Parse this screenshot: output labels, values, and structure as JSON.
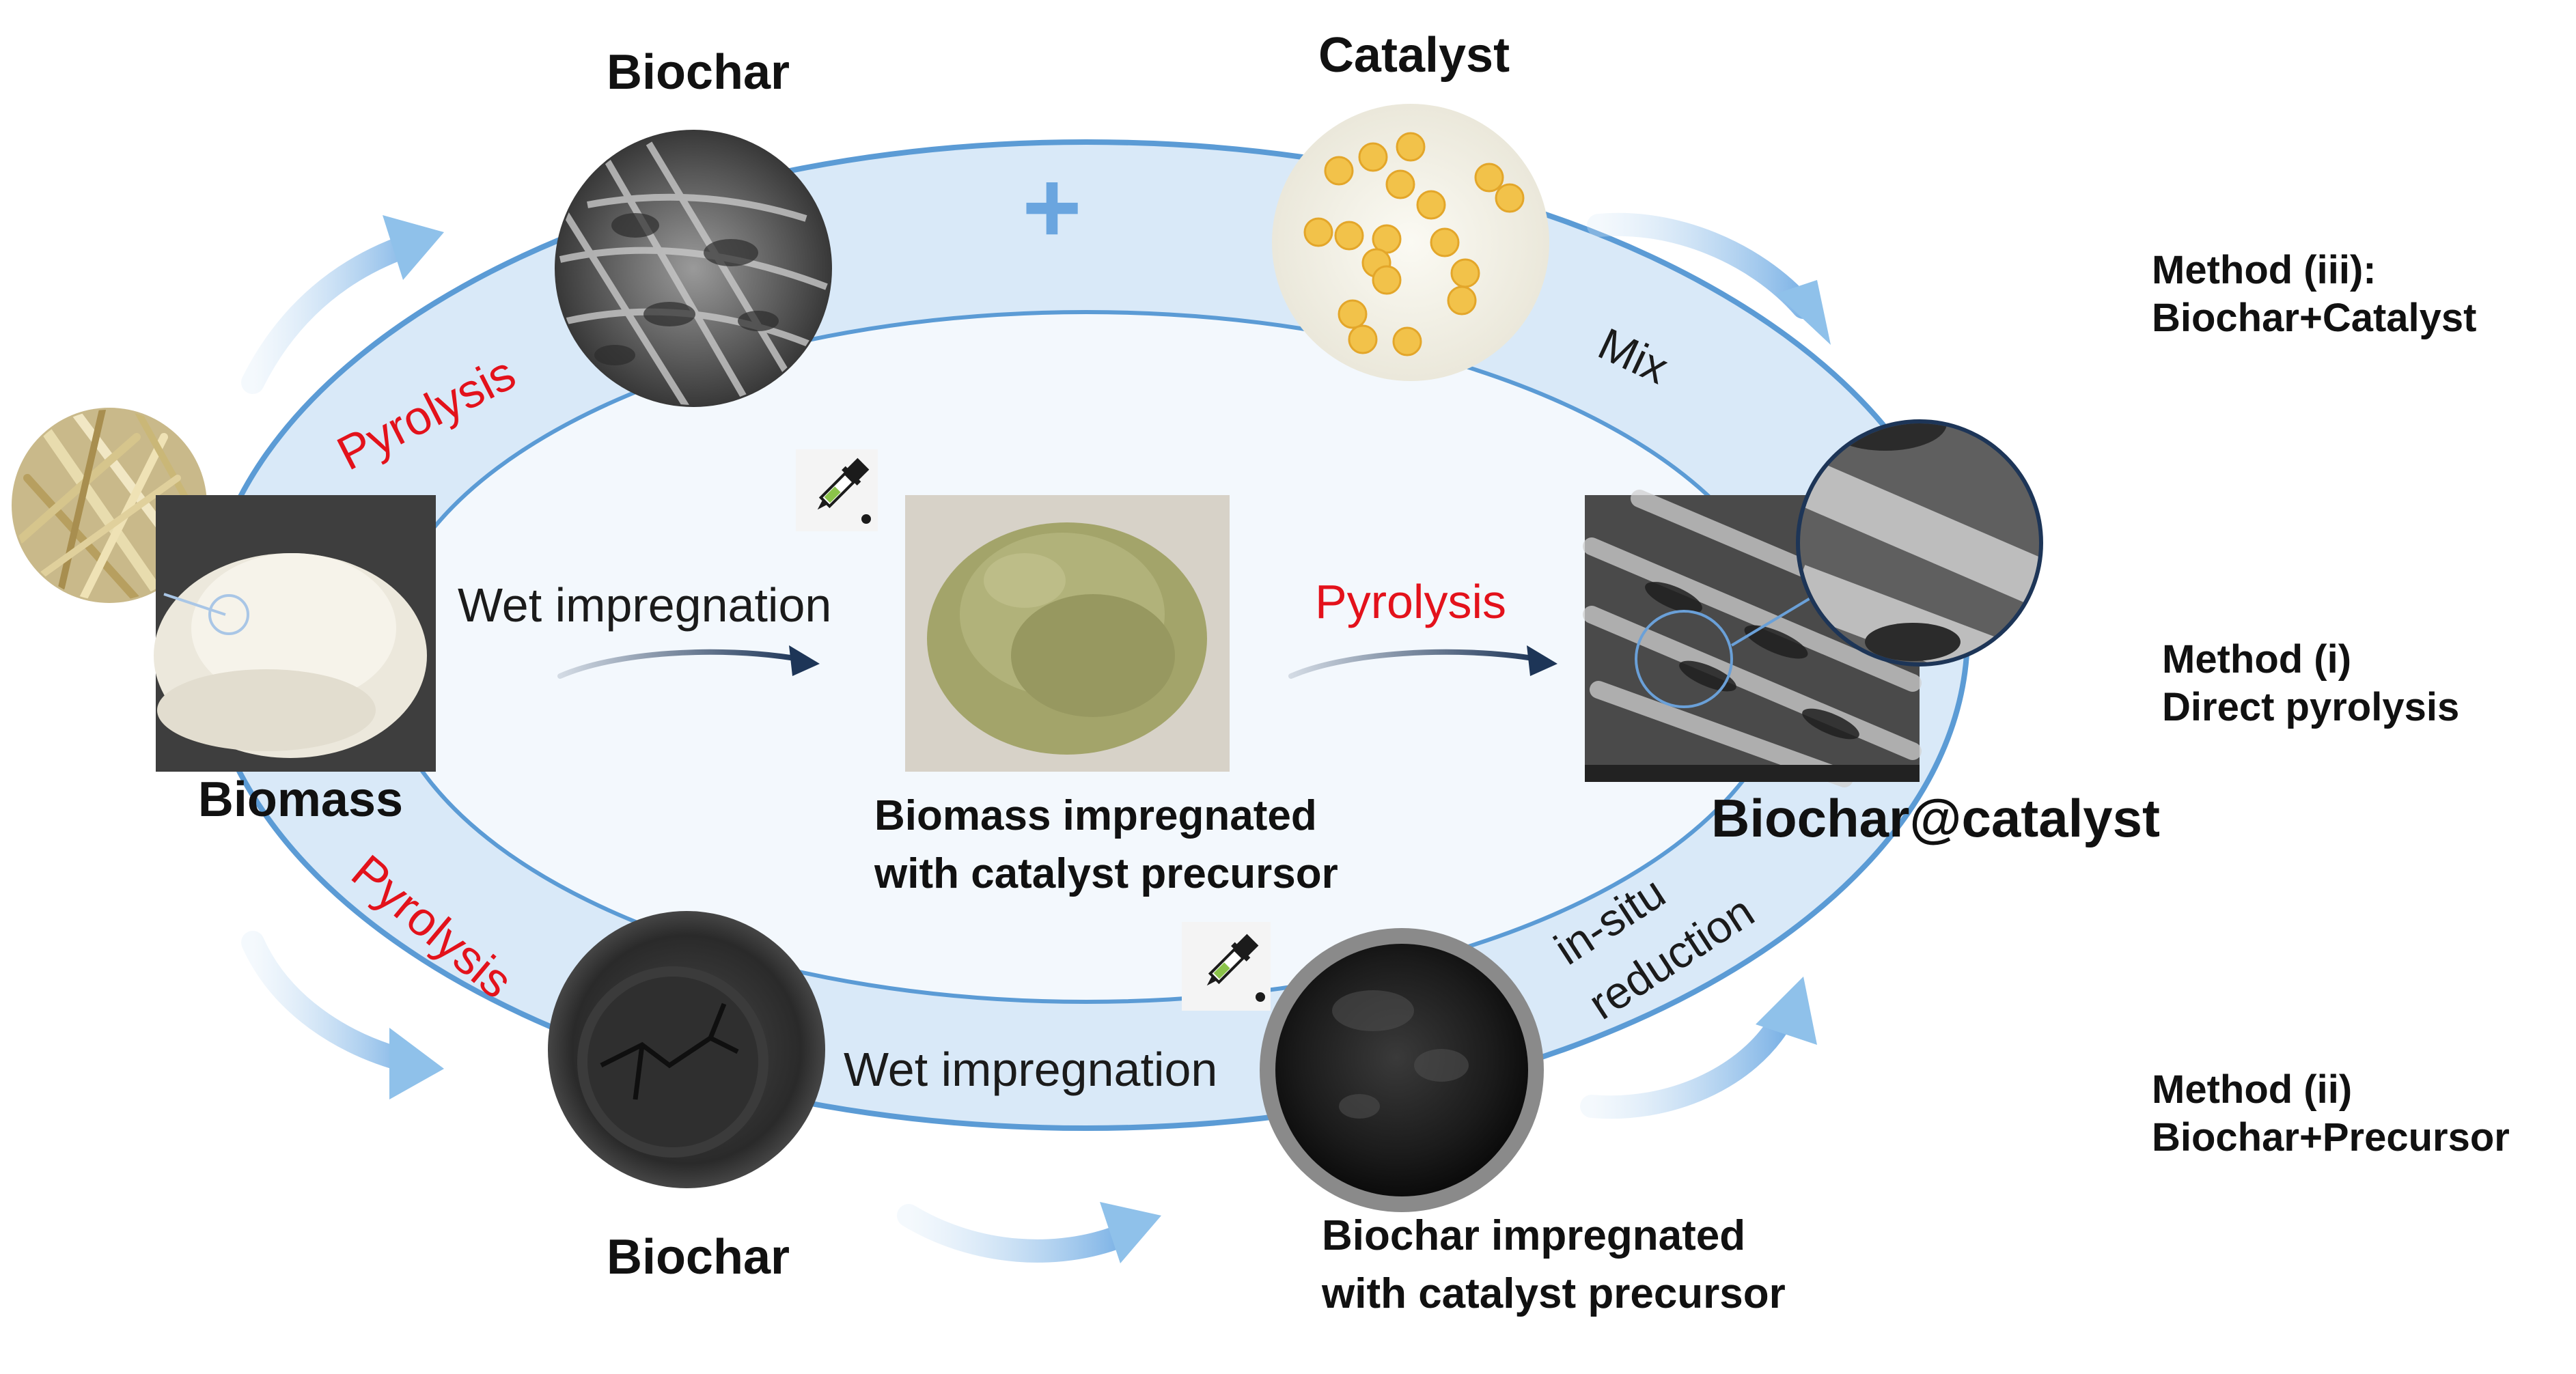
{
  "colors": {
    "ring_fill": "#d9e9f8",
    "ring_stroke": "#5b9bd5",
    "inner_fill": "#f3f8fd",
    "pyrolysis_red": "#e3121b",
    "arrow_blue": "#8fc1ea",
    "dark_arrow": "#1d3557"
  },
  "nodes": {
    "biochar_top": "Biochar",
    "catalyst": "Catalyst",
    "biomass": "Biomass",
    "biomass_impregnated_line1": "Biomass impregnated",
    "biomass_impregnated_line2": "with catalyst precursor",
    "biochar_catalyst": "Biochar@catalyst",
    "biochar_bottom": "Biochar",
    "biochar_impregnated_line1": "Biochar impregnated",
    "biochar_impregnated_line2": "with catalyst precursor"
  },
  "process_labels": {
    "pyrolysis_top": "Pyrolysis",
    "pyrolysis_middle": "Pyrolysis",
    "pyrolysis_bottom": "Pyrolysis",
    "mix": "Mix",
    "wet_impregnation_middle": "Wet impregnation",
    "wet_impregnation_bottom": "Wet impregnation",
    "in_situ_line1": "in-situ",
    "in_situ_line2": "reduction",
    "plus_symbol": "+"
  },
  "methods": {
    "m3_line1": "Method (iii):",
    "m3_line2": "Biochar+Catalyst",
    "m1_line1": "Method (i)",
    "m1_line2": "Direct pyrolysis",
    "m2_line1": "Method (ii)",
    "m2_line2": "Biochar+Precursor"
  }
}
